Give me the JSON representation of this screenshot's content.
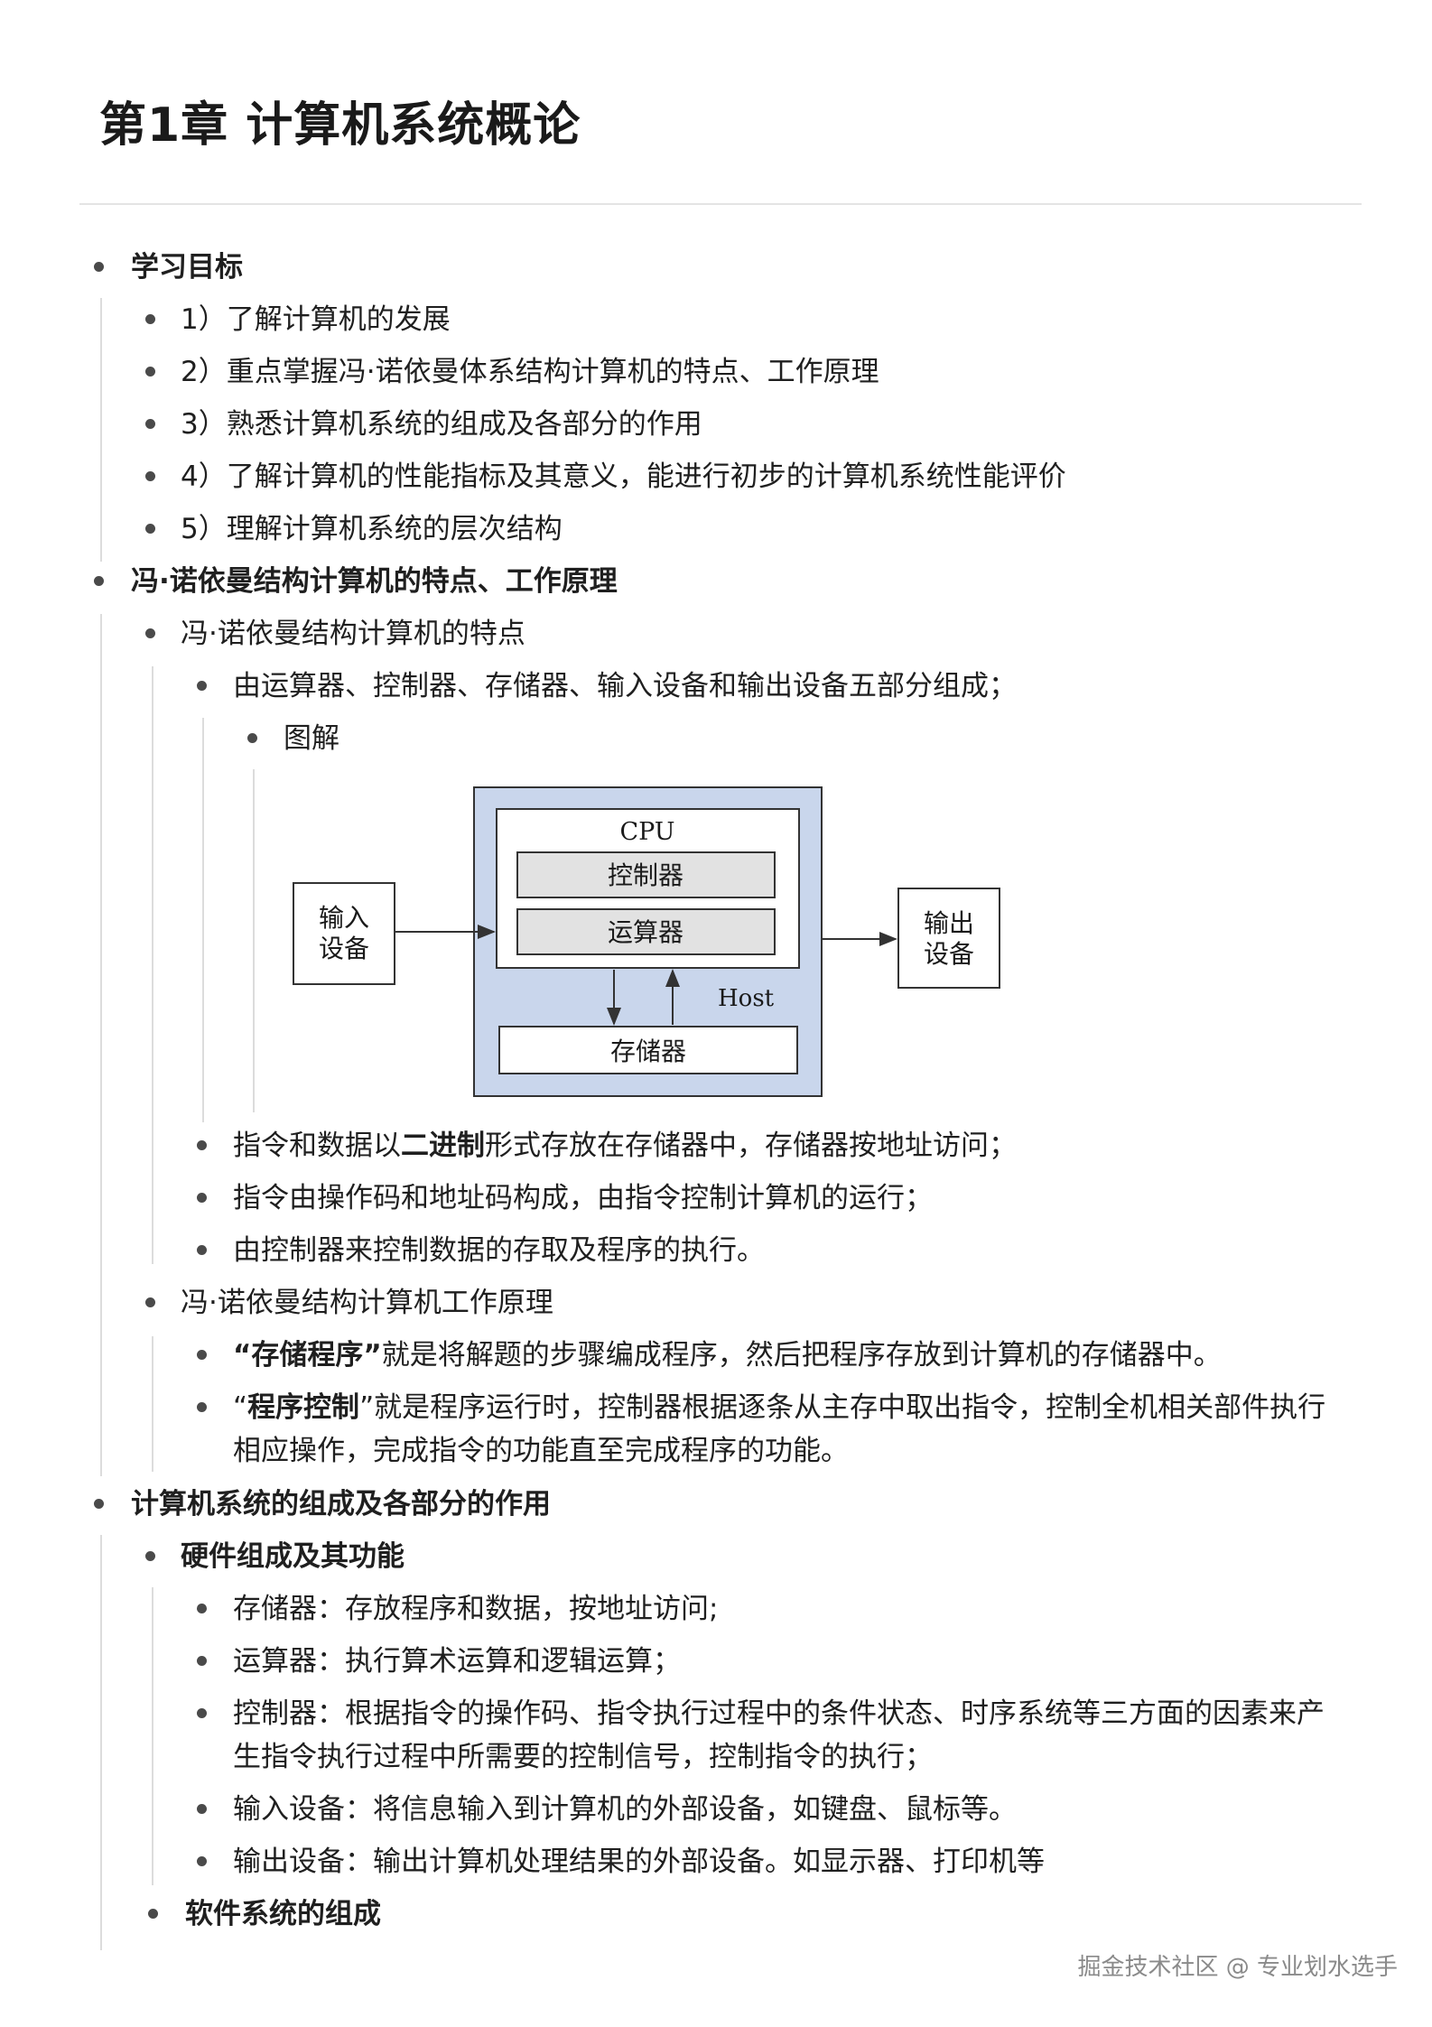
{
  "title": "第1章 计算机系统概论",
  "sections": {
    "goals": {
      "heading": "学习目标",
      "items": [
        "1）了解计算机的发展",
        "2）重点掌握冯·诺依曼体系结构计算机的特点、工作原理",
        "3）熟悉计算机系统的组成及各部分的作用",
        "4）了解计算机的性能指标及其意义，能进行初步的计算机系统性能评价",
        "5）理解计算机系统的层次结构"
      ]
    },
    "von_neumann": {
      "heading": "冯·诺依曼结构计算机的特点、工作原理",
      "features": {
        "label": "冯·诺依曼结构计算机的特点",
        "item1": "由运算器、控制器、存储器、输入设备和输出设备五部分组成；",
        "diagram_label": "图解",
        "item2_pre": "指令和数据以",
        "item2_bold": "二进制",
        "item2_post": "形式存放在存储器中，存储器按地址访问；",
        "item3": "指令由操作码和地址码构成，由指令控制计算机的运行；",
        "item4": "由控制器来控制数据的存取及程序的执行。"
      },
      "principle": {
        "label": "冯·诺依曼结构计算机工作原理",
        "item1_bold": "“存储程序”",
        "item1_post": "就是将解题的步骤编成程序，然后把程序存放到计算机的存储器中。",
        "item2_pre": "“",
        "item2_bold": "程序控制",
        "item2_post": "”就是程序运行时，控制器根据逐条从主存中取出指令，控制全机相关部件执行相应操作，完成指令的功能直至完成程序的功能。"
      }
    },
    "composition": {
      "heading": "计算机系统的组成及各部分的作用",
      "hardware": {
        "label": "硬件组成及其功能",
        "items": [
          "存储器：存放程序和数据，按地址访问;",
          "运算器：执行算术运算和逻辑运算；",
          "控制器：根据指令的操作码、指令执行过程中的条件状态、时序系统等三方面的因素来产生指令执行过程中所需要的控制信号，控制指令的执行；",
          "输入设备：将信息输入到计算机的外部设备，如键盘、鼠标等。",
          "输出设备：输出计算机处理结果的外部设备。如显示器、打印机等"
        ]
      },
      "software_label": "软件系统的组成"
    }
  },
  "diagram": {
    "cpu": "CPU",
    "controller": "控制器",
    "alu": "运算器",
    "host": "Host",
    "memory": "存储器",
    "input_line1": "输入",
    "input_line2": "设备",
    "output_line1": "输出",
    "output_line2": "设备",
    "colors": {
      "host_fill": "#c9d6ec",
      "unit_fill": "#e2e2e2",
      "stroke": "#333333"
    }
  },
  "watermark": "掘金技术社区 @ 专业划水选手"
}
